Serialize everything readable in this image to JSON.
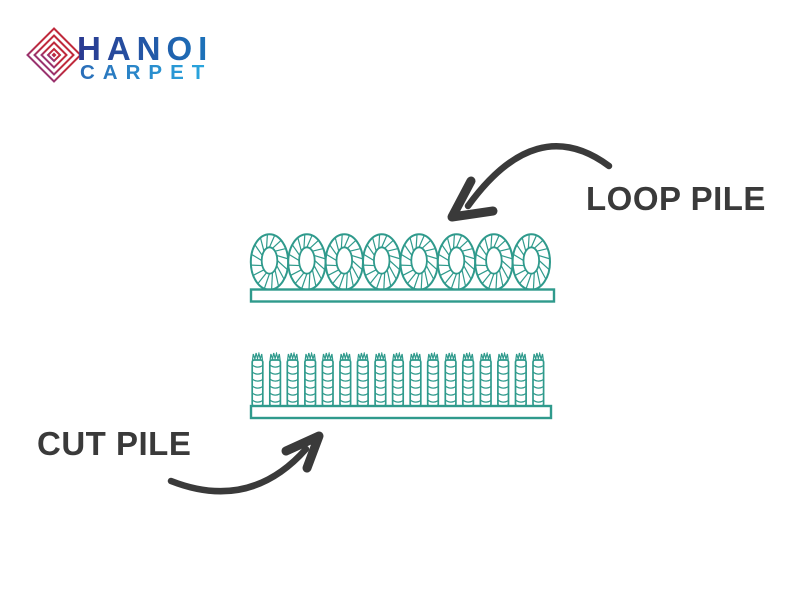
{
  "logo": {
    "brand_line1": "HANOI",
    "brand_line2": "CARPET",
    "mark_icon": "concentric-diamonds",
    "colors": {
      "hanoi_from": "#2b3990",
      "hanoi_to": "#1b75bc",
      "carpet_from": "#2a6db8",
      "carpet_to": "#29a9e0",
      "mark_purple": "#6a3fae",
      "mark_red": "#c02a3c"
    }
  },
  "diagram": {
    "loop_pile": {
      "label": "LOOP PILE",
      "loops": 8
    },
    "cut_pile": {
      "label": "CUT PILE",
      "strands": 17
    },
    "yarn_color": "#2f9a8c",
    "ink_color": "#3a3a3a",
    "background": "#ffffff"
  }
}
